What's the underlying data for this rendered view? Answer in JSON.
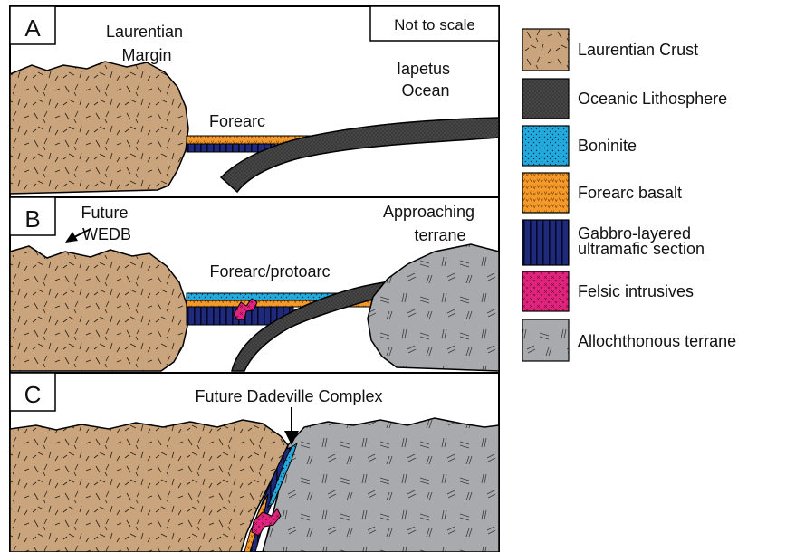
{
  "panels": {
    "a": {
      "letter": "A",
      "scale_note": "Not to scale",
      "margin_label": [
        "Laurentian",
        "Margin"
      ],
      "ocean_label": [
        "Iapetus",
        "Ocean"
      ],
      "forearc_label": "Forearc"
    },
    "b": {
      "letter": "B",
      "future_label": [
        "Future",
        "WEDB"
      ],
      "terrane_label": [
        "Approaching",
        "terrane"
      ],
      "forearc_label": "Forearc/protoarc"
    },
    "c": {
      "letter": "C",
      "complex_label": "Future Dadeville Complex"
    }
  },
  "legend": {
    "items": [
      {
        "label": "Laurentian Crust",
        "pattern": "crust"
      },
      {
        "label": "Oceanic Lithosphere",
        "pattern": "oceanic"
      },
      {
        "label": "Boninite",
        "pattern": "boninite"
      },
      {
        "label": "Forearc basalt",
        "pattern": "basalt"
      },
      {
        "label": "Gabbro-layered ultramafic section",
        "label_lines": [
          "Gabbro-layered",
          "ultramafic section"
        ],
        "pattern": "gabbro"
      },
      {
        "label": "Felsic intrusives",
        "pattern": "felsic"
      },
      {
        "label": "Allochthonous terrane",
        "pattern": "terrane"
      }
    ]
  },
  "colors": {
    "crust": "#c9a47c",
    "oceanic": "#3a3a3a",
    "boninite": "#22aadd",
    "basalt": "#f39a2a",
    "gabbro": "#1f2a7a",
    "felsic": "#e0247e",
    "terrane": "#a8aaad"
  }
}
